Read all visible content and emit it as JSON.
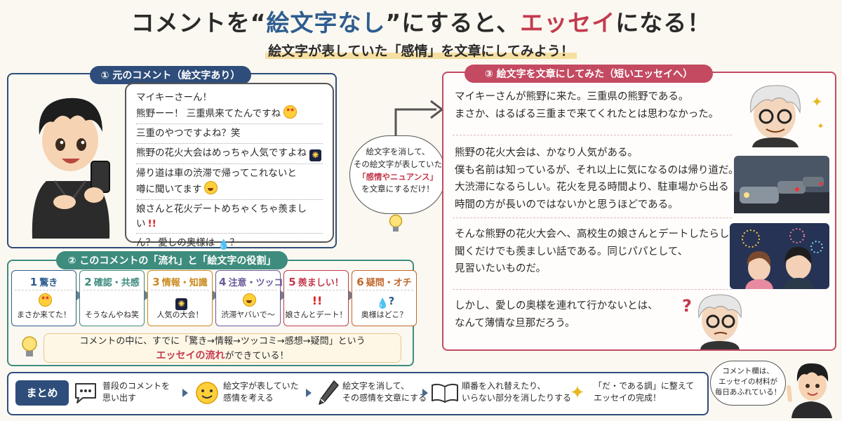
{
  "title": {
    "part1": "コメントを“",
    "part2": "絵文字なし",
    "part3": "”にすると、",
    "part4": "エッセイ",
    "part5": "になる！"
  },
  "subtitle": "絵文字が表していた「感情」を文章にしてみよう！",
  "colors": {
    "navy": "#2e4d7a",
    "teal": "#3e8c7e",
    "rose": "#c44a62",
    "accent_red": "#c43a4e",
    "accent_blue": "#2e5d8f"
  },
  "section1": {
    "header": "① 元のコメント（絵文字あり）",
    "lines": [
      {
        "text": "マイキーさーん！",
        "emoji": ""
      },
      {
        "text": "熊野ーー！ 三重県来てたんですね",
        "emoji": "star-struck-icon"
      },
      {
        "text": "三重のやつですよね？笑",
        "emoji": ""
      },
      {
        "text": "熊野の花火大会はめっちゃ人気ですよね",
        "emoji": "fireworks-icon"
      },
      {
        "text": "帰り道は車の渋滞で帰ってこれないと",
        "emoji": ""
      },
      {
        "text": "噂に聞いてます",
        "emoji": "laughing-icon"
      },
      {
        "text": "娘さんと花火デートめちゃくちゃ羨ましい",
        "emoji": "double-exclamation-icon",
        "emoji_text": "!!"
      },
      {
        "text": "ん？ 愛しの奥様は",
        "emoji": "sweat-drops-icon",
        "tail": "？"
      }
    ]
  },
  "section2": {
    "header": "② このコメントの「流れ」と「絵文字の役割」",
    "steps": [
      {
        "num": "1",
        "label": "驚き",
        "icon": "star-struck-icon",
        "icon_text": "",
        "footer": "まさか来てた！",
        "color": "#2e5d8f"
      },
      {
        "num": "2",
        "label": "確認・共感",
        "icon": "",
        "icon_text": "",
        "footer": "そうなんやね笑",
        "color": "#3e8c7e"
      },
      {
        "num": "3",
        "label": "情報・知識",
        "icon": "fireworks-icon",
        "icon_text": "",
        "footer": "人気の大会！",
        "color": "#c98a1e"
      },
      {
        "num": "4",
        "label": "注意・ツッコミ",
        "icon": "laughing-icon",
        "icon_text": "",
        "footer": "渋滞ヤバいで〜",
        "color": "#6a5a9a"
      },
      {
        "num": "5",
        "label": "羨ましい！",
        "icon": "double-exclamation-icon",
        "icon_text": "!!",
        "footer": "娘さんとデート！",
        "color": "#c43a4e"
      },
      {
        "num": "6",
        "label": "疑問・オチ",
        "icon": "sweat-drops-icon",
        "icon_text": "?",
        "footer": "奥様はどこ？",
        "color": "#c2662a"
      }
    ],
    "note_line1": "コメントの中に、すでに「驚き→情報→ツッコミ→感想→疑問」という",
    "note_highlight": "エッセイの流れ",
    "note_tail": "ができている！"
  },
  "cloud": {
    "line1": "絵文字を消して、",
    "line2": "その絵文字が表していた",
    "line3": "「感情やニュアンス」",
    "line4": "を文章にするだけ！"
  },
  "section3": {
    "header": "③ 絵文字を文章にしてみた（短いエッセイへ）",
    "paragraphs": [
      [
        "マイキーさんが熊野に来た。三重県の熊野である。",
        "まさか、はるばる三重まで来てくれたとは思わなかった。"
      ],
      [
        "熊野の花火大会は、かなり人気がある。",
        "僕も名前は知っているが、それ以上に気になるのは帰り道だ。",
        "大渋滞になるらしい。花火を見る時間より、駐車場から出る",
        "時間の方が長いのではないかと思うほどである。"
      ],
      [
        "そんな熊野の花火大会へ、高校生の娘さんとデートしたらしい。",
        "聞くだけでも羨ましい話である。同じパパとして、",
        "見習いたいものだ。"
      ],
      [
        "しかし、愛しの奥様を連れて行かないとは、",
        "なんて薄情な旦那だろう。"
      ]
    ]
  },
  "summary": {
    "label": "まとめ",
    "items": [
      {
        "icon": "speech-bubble-icon",
        "text1": "普段のコメントを",
        "text2": "思い出す"
      },
      {
        "icon": "smiley-icon",
        "text1": "絵文字が表していた",
        "text2": "感情を考える"
      },
      {
        "icon": "pencil-icon",
        "text1": "絵文字を消して、",
        "text2": "その感情を文章にする"
      },
      {
        "icon": "book-icon",
        "text1": "順番を入れ替えたり、",
        "text2": "いらない部分を消したりする"
      },
      {
        "icon": "sparkle-icon",
        "text1": "「だ・である調」に整えて",
        "text2": "エッセイの完成！"
      }
    ],
    "bubble": {
      "line1": "コメント欄は、",
      "line2": "エッセイの材料が",
      "line3": "毎日あふれている！"
    }
  }
}
